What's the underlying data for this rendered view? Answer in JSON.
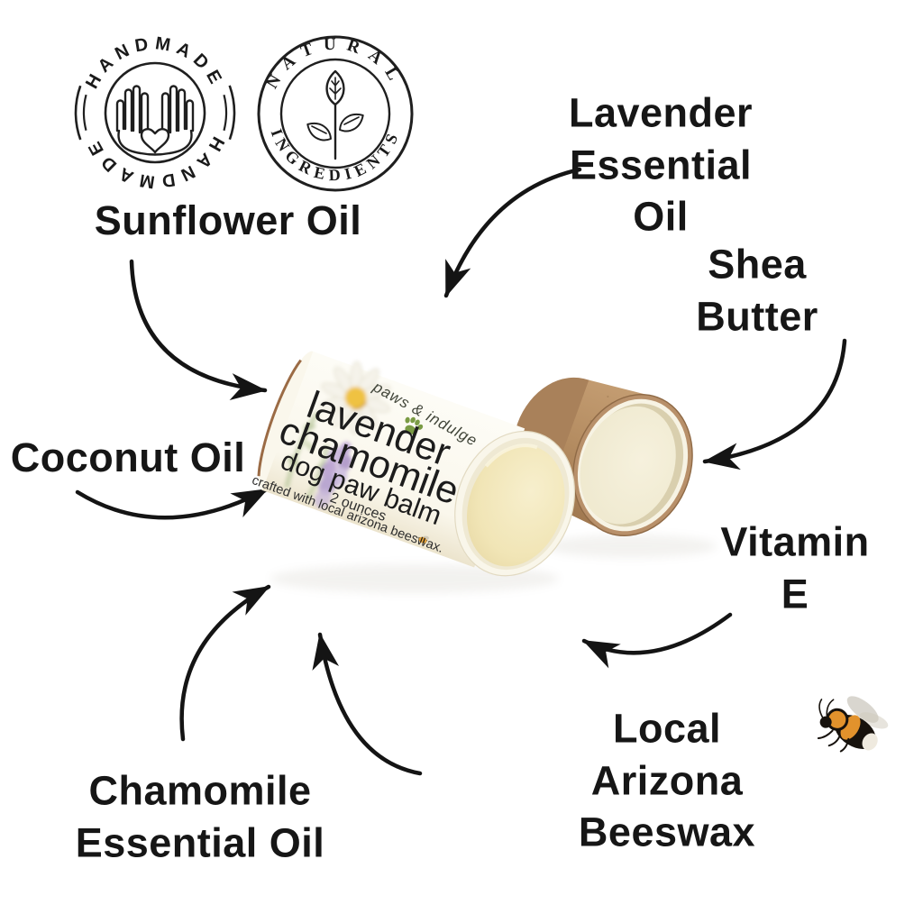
{
  "badges": {
    "handmade": {
      "top_text": "HANDMADE",
      "bottom_text": "HANDMADE",
      "icon": "hands-holding-heart-icon"
    },
    "natural": {
      "top_text": "NATURAL",
      "bottom_text": "INGREDIENTS",
      "icon": "leaf-sprig-icon"
    }
  },
  "ingredients": {
    "sunflower": "Sunflower Oil",
    "lavender": "Lavender Essential\nOil",
    "shea": "Shea Butter",
    "coconut": "Coconut Oil",
    "vitamin_e": "Vitamin E",
    "chamomile": "Chamomile\nEssential Oil",
    "beeswax": "Local Arizona Beeswax"
  },
  "product": {
    "brand": "paws & indulge",
    "name_line1": "lavender",
    "name_line2": "chamomile",
    "type": "dog paw balm",
    "size": "2 ounces",
    "tagline": "crafted with local arizona beeswax."
  },
  "decorations": {
    "bee": "watercolor-bumblebee-illustration",
    "label_art": [
      "chamomile-flower",
      "lavender-sprig",
      "sage-greenery",
      "paw-print-icon",
      "tiny-bee-icon"
    ]
  },
  "colors": {
    "ink": "#161616",
    "paw_green": "#7a9b44",
    "kraft_brown": "#b08a5f",
    "balm_cream": "#f1e5b8",
    "cap_interior": "#f2edd6",
    "lavender_purple": "#b59cd0",
    "chamomile_yellow": "#efc243",
    "background": "#ffffff"
  }
}
